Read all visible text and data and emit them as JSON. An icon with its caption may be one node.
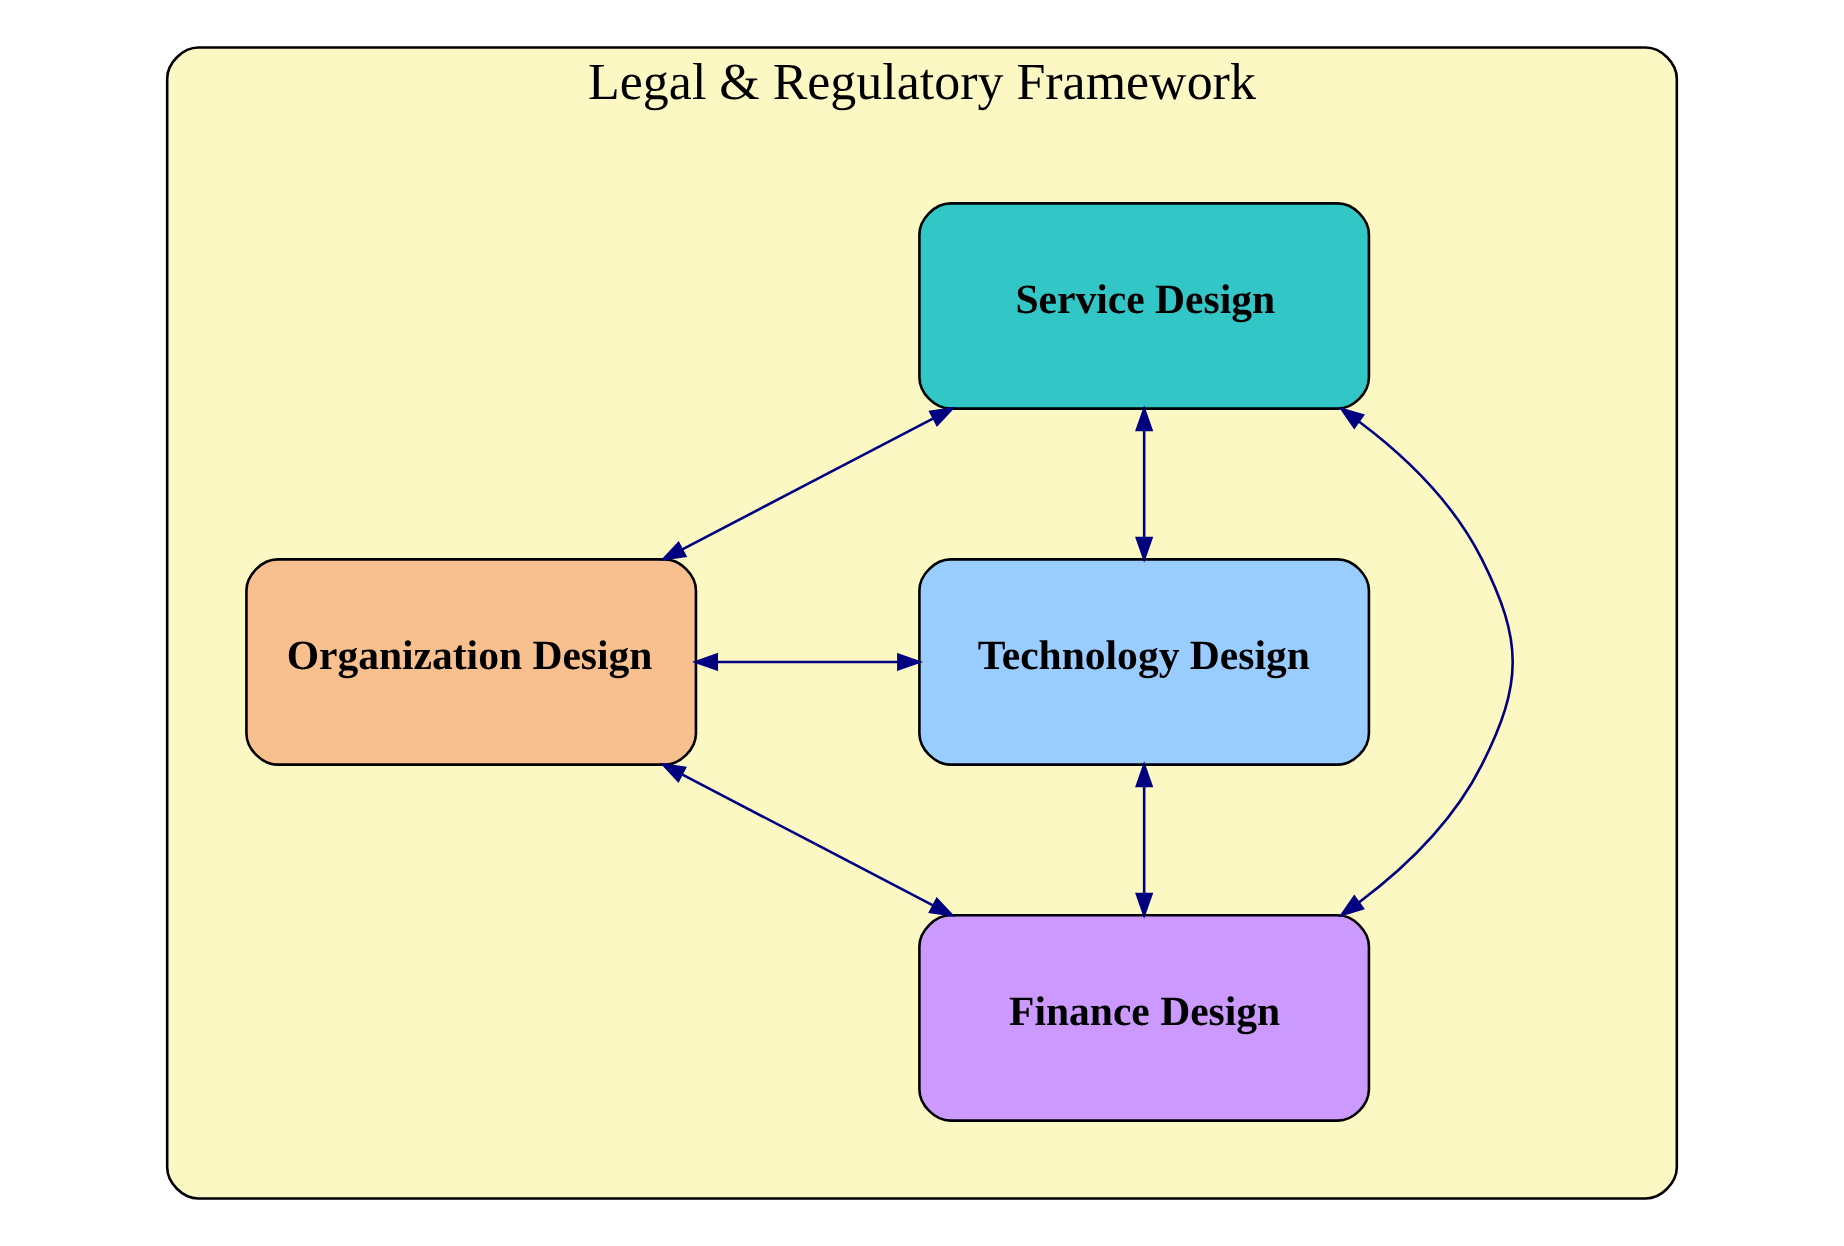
{
  "diagram": {
    "nodes": [
      {
        "text": [
          "Legal & Regulatory Framework"
        ]
      },
      {
        "text": [
          "Service Design"
        ],
        "in": 0
      },
      {
        "text": [
          "Organization Design"
        ],
        "in": 0
      },
      {
        "text": [
          "Technology Design"
        ],
        "in": 0
      },
      {
        "text": [
          "Finance Design"
        ],
        "in": 0
      }
    ],
    "edges": [
      {
        "from": 1,
        "to": 2,
        "arrow": "both"
      },
      {
        "from": 1,
        "to": 3,
        "arrow": "both"
      },
      {
        "from": 2,
        "to": 3,
        "arrow": "both"
      },
      {
        "from": 1,
        "to": 4,
        "arrow": "both"
      },
      {
        "from": 2,
        "to": 4,
        "arrow": "both"
      },
      {
        "from": 3,
        "to": 4,
        "arrow": "both"
      }
    ]
  }
}
